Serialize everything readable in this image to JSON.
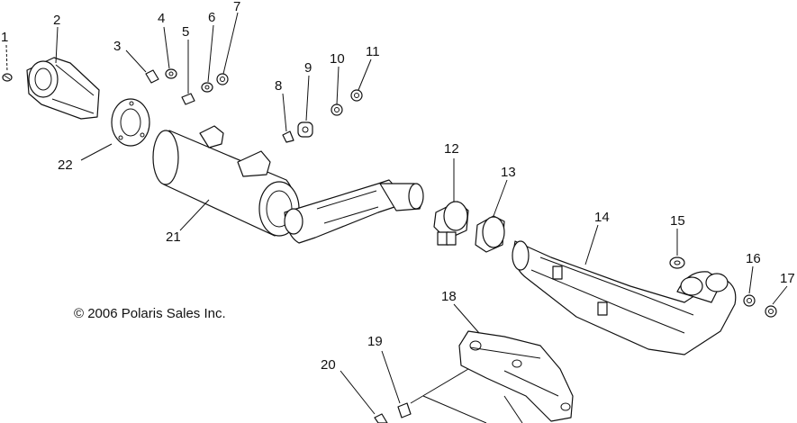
{
  "callouts": [
    "1",
    "2",
    "3",
    "4",
    "5",
    "6",
    "7",
    "8",
    "9",
    "10",
    "11",
    "12",
    "13",
    "14",
    "15",
    "16",
    "17",
    "18",
    "19",
    "20",
    "21",
    "22"
  ],
  "copyright": "© 2006 Polaris Sales Inc."
}
